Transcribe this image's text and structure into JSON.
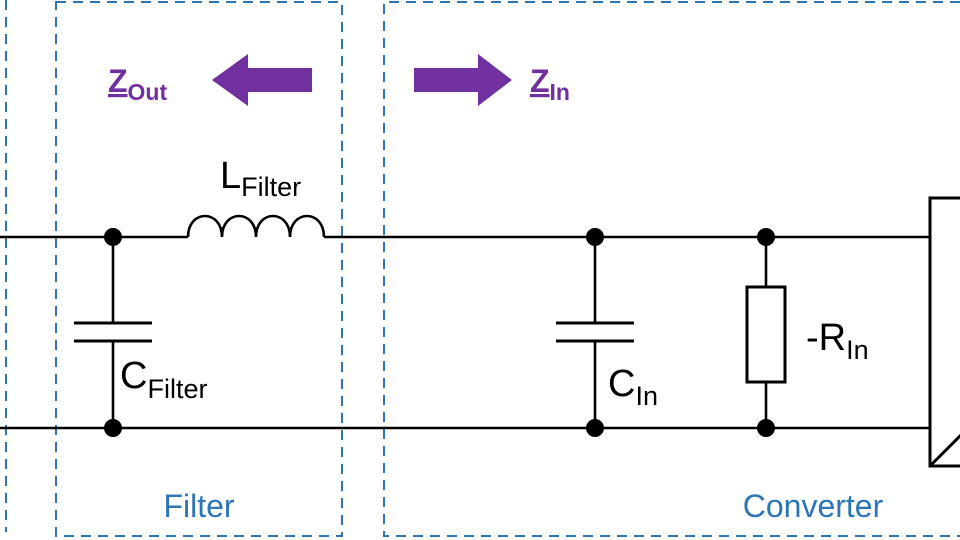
{
  "colors": {
    "accent": "#7030A0",
    "box": "#2E75B6",
    "wire": "#000000"
  },
  "impedance": {
    "out": {
      "main": "Z",
      "sub": "Out"
    },
    "in": {
      "main": "Z",
      "sub": "In"
    }
  },
  "components": {
    "inductor": {
      "main": "L",
      "sub": "Filter"
    },
    "filter_capacitor": {
      "main": "C",
      "sub": "Filter"
    },
    "input_capacitor": {
      "main": "C",
      "sub": "In"
    },
    "negative_resistor": {
      "main": "-R",
      "sub": "In"
    }
  },
  "boxes": {
    "filter": "Filter",
    "converter": "Converter"
  }
}
